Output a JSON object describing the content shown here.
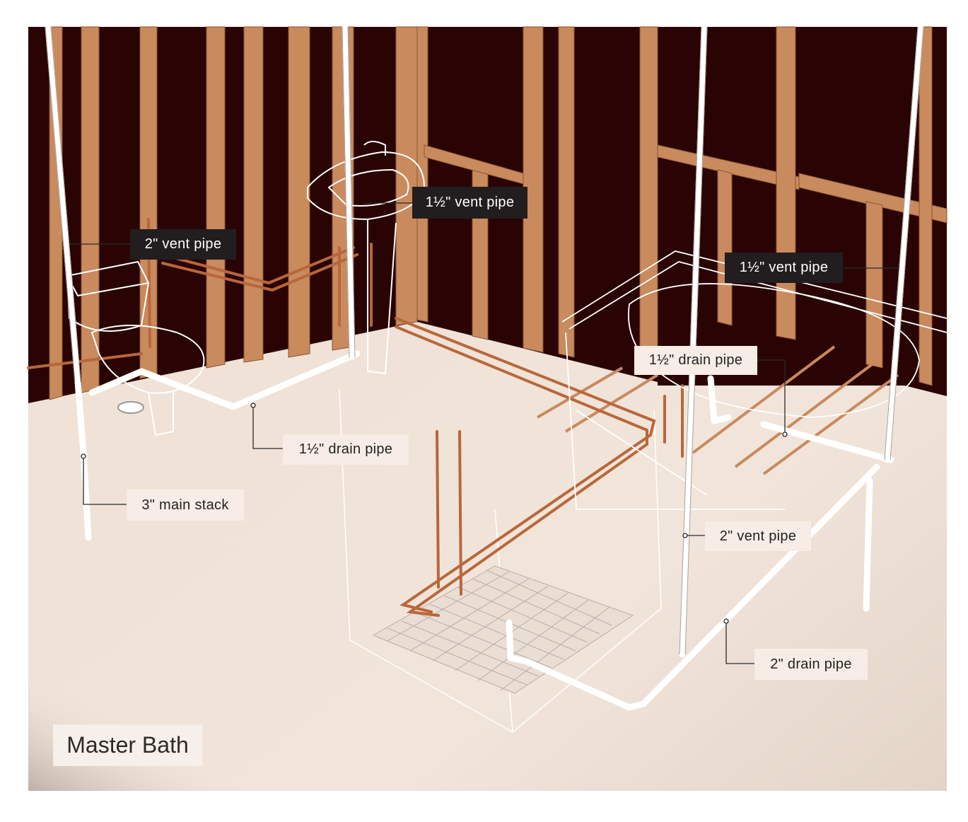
{
  "title": "Master Bath",
  "labels": {
    "vent_2_toilet": "2\" vent pipe",
    "vent_15_sink": "1½\" vent pipe",
    "vent_15_tub": "1½\" vent pipe",
    "drain_15_tub": "1½\" drain pipe",
    "drain_15_sink": "1½\" drain pipe",
    "main_stack_3": "3\" main stack",
    "vent_2_shower": "2\" vent pipe",
    "drain_2_shower": "2\" drain pipe"
  },
  "colors": {
    "wall_dark": "#2a0404",
    "stud_wood": "#c98a5e",
    "floor": "#efe1d6",
    "copper": "#b8673b",
    "pvc": "#ffffff",
    "label_dark": "#221e1f",
    "label_light": "#f7ede6"
  }
}
